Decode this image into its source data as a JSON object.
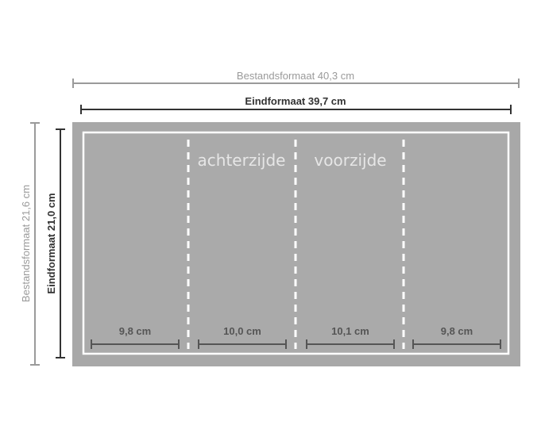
{
  "file_format": {
    "width_label": "Bestandsformaat 40,3 cm",
    "height_label": "Bestandsformaat 21,6 cm"
  },
  "final_format": {
    "width_label": "Eindformaat 39,7 cm",
    "height_label": "Eindformaat 21,0 cm"
  },
  "sides": {
    "back": "achterzijde",
    "front": "voorzijde"
  },
  "panels": [
    {
      "width_label": "9,8 cm"
    },
    {
      "width_label": "10,0 cm"
    },
    {
      "width_label": "10,1 cm"
    },
    {
      "width_label": "9,8 cm"
    }
  ],
  "colors": {
    "bleed_gray": "#a8a8a8",
    "panel_gray": "#aaaaaa",
    "trim_white": "#ffffff",
    "dim_light": "#9a9a9a",
    "dim_dark": "#333333"
  }
}
